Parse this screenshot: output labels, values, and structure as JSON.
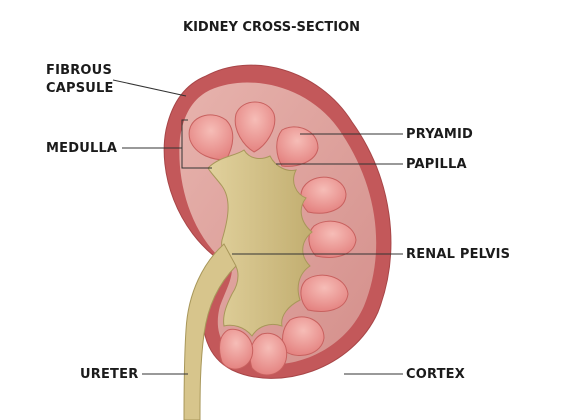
{
  "title": "KIDNEY CROSS-SECTION",
  "labels": {
    "fibrous_capsule": [
      "FIBROUS",
      "CAPSULE"
    ],
    "medulla": "MEDULLA",
    "pyramid": "PRYAMID",
    "papilla": "PAPILLA",
    "renal_pelvis": "RENAL PELVIS",
    "ureter": "URETER",
    "cortex": "CORTEX"
  },
  "colors": {
    "capsule": "#c5595b",
    "cortex": "#d99995",
    "cortex_light": "#e8b8b2",
    "pyramid": "#e98d8a",
    "pyramid_light": "#f4b4ae",
    "pelvis": "#d6c48e",
    "pelvis_dark": "#a89a5f",
    "ureter": "#d9c88f"
  }
}
